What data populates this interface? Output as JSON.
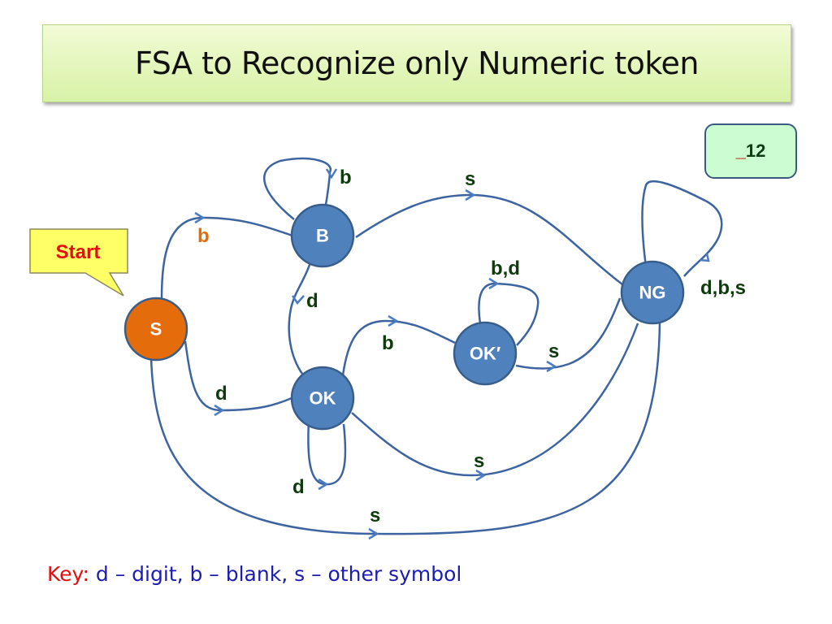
{
  "title": "FSA to Recognize only Numeric token",
  "input_example": {
    "prefix": "_",
    "value": "12"
  },
  "start_callout": "Start",
  "states": {
    "S": "S",
    "B": "B",
    "OK": "OK",
    "OKp": "OK′",
    "NG": "NG"
  },
  "colors": {
    "start_state": "#e46c0a",
    "state": "#4f81bd",
    "edge": "#3d64a0",
    "label": "#0e3a0e"
  },
  "transitions": [
    {
      "from": "S",
      "to": "B",
      "label": "b"
    },
    {
      "from": "S",
      "to": "OK",
      "label": "d"
    },
    {
      "from": "S",
      "to": "NG",
      "label": "s"
    },
    {
      "from": "B",
      "to": "B",
      "label": "b"
    },
    {
      "from": "B",
      "to": "OK",
      "label": "d"
    },
    {
      "from": "B",
      "to": "NG",
      "label": "s"
    },
    {
      "from": "OK",
      "to": "OK",
      "label": "d"
    },
    {
      "from": "OK",
      "to": "OKp",
      "label": "b"
    },
    {
      "from": "OK",
      "to": "NG",
      "label": "s"
    },
    {
      "from": "OKp",
      "to": "OKp",
      "label": "b,d"
    },
    {
      "from": "OKp",
      "to": "NG",
      "label": "s"
    },
    {
      "from": "NG",
      "to": "NG",
      "label": "d,b,s"
    }
  ],
  "key": {
    "label": "Key:",
    "text": "d – digit, b – blank, s – other symbol"
  }
}
